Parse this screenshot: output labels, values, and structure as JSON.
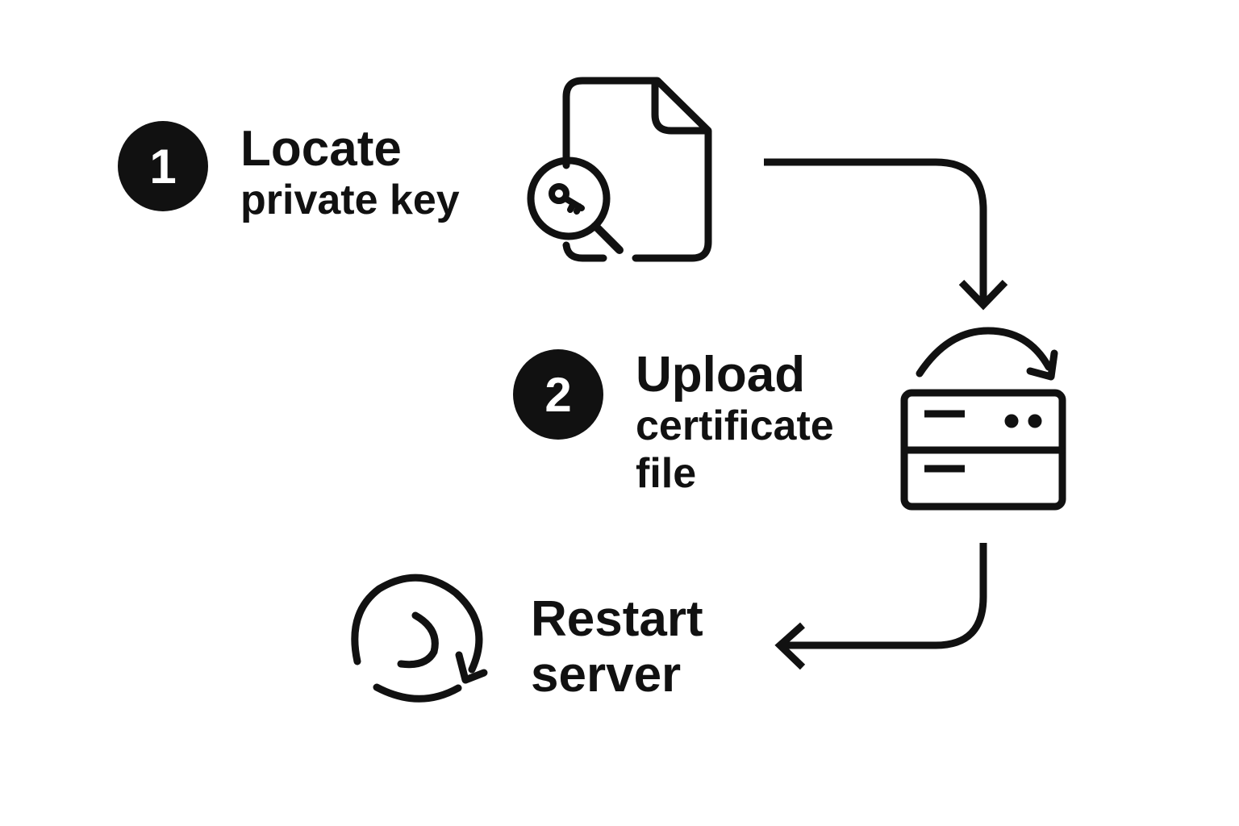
{
  "diagram": {
    "type": "process-flow",
    "steps": [
      {
        "number": "1",
        "title": "Locate",
        "subtitle": "private key",
        "icon": "file-search-key-icon"
      },
      {
        "number": "2",
        "title": "Upload",
        "subtitle_lines": [
          "certificate",
          "file"
        ],
        "icon": "server-upload-icon"
      },
      {
        "number": "",
        "title": "Restart",
        "subtitle": "server",
        "icon": "restart-icon"
      }
    ],
    "connectors": [
      {
        "from": "step-1",
        "to": "step-2",
        "direction": "right-then-down"
      },
      {
        "from": "step-2",
        "to": "step-3",
        "direction": "down-then-left"
      }
    ],
    "colors": {
      "ink": "#111111",
      "background": "#ffffff",
      "badge_text": "#ffffff"
    }
  }
}
